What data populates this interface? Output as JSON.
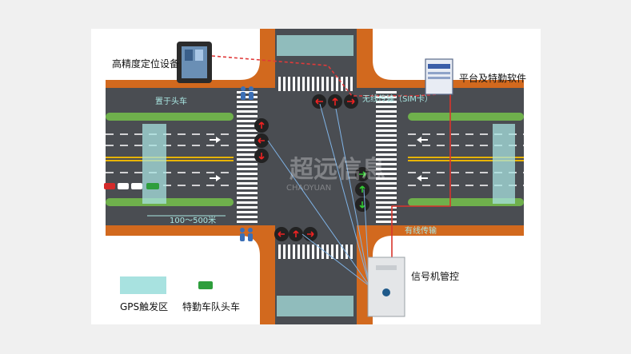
{
  "labels": {
    "device": "高精度定位设备",
    "platform": "平台及特勤软件",
    "mount_on_head_car": "置于头车",
    "wireless": "无线传输（SIM卡）",
    "wired": "有线传输",
    "distance": "100～500米",
    "signal_controller": "信号机管控",
    "watermark_cn": "超远信息",
    "watermark_en": "CHAOYUAN"
  },
  "legend": {
    "gps_zone": "GPS触发区",
    "head_car": "特勤车队头车"
  },
  "colors": {
    "road": "#4a4d52",
    "sidewalk": "#d2691e",
    "median": "#7dbf5a",
    "gps_zone": "#a8e2e0",
    "wireless_line": "#e03a3a",
    "wired_line": "#d9352c",
    "signal_line": "#7fb3e6",
    "background": "#ffffff"
  },
  "icons": [
    "tablet-icon",
    "server-icon",
    "signal-cabinet-icon",
    "traffic-light-icon",
    "pedestrian-icon",
    "car-icon"
  ]
}
